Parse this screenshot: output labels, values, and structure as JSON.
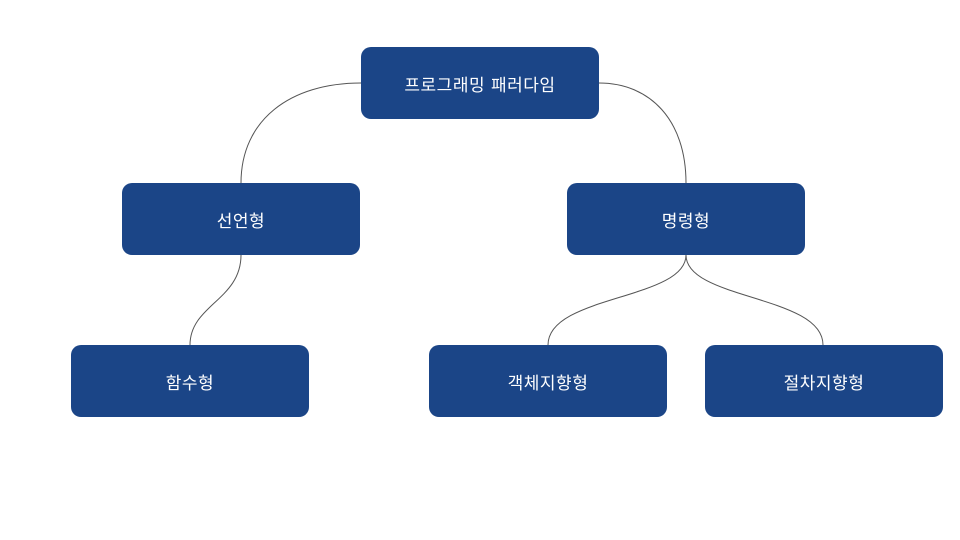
{
  "diagram": {
    "root": {
      "label": "프로그래밍 패러다임"
    },
    "declarative": {
      "label": "선언형"
    },
    "imperative": {
      "label": "명령형"
    },
    "functional": {
      "label": "함수형"
    },
    "object_oriented": {
      "label": "객체지향형"
    },
    "procedural": {
      "label": "절차지향형"
    }
  },
  "colors": {
    "node_fill": "#1b4587",
    "node_text": "#ffffff",
    "connector": "#555555",
    "background": "#ffffff"
  }
}
